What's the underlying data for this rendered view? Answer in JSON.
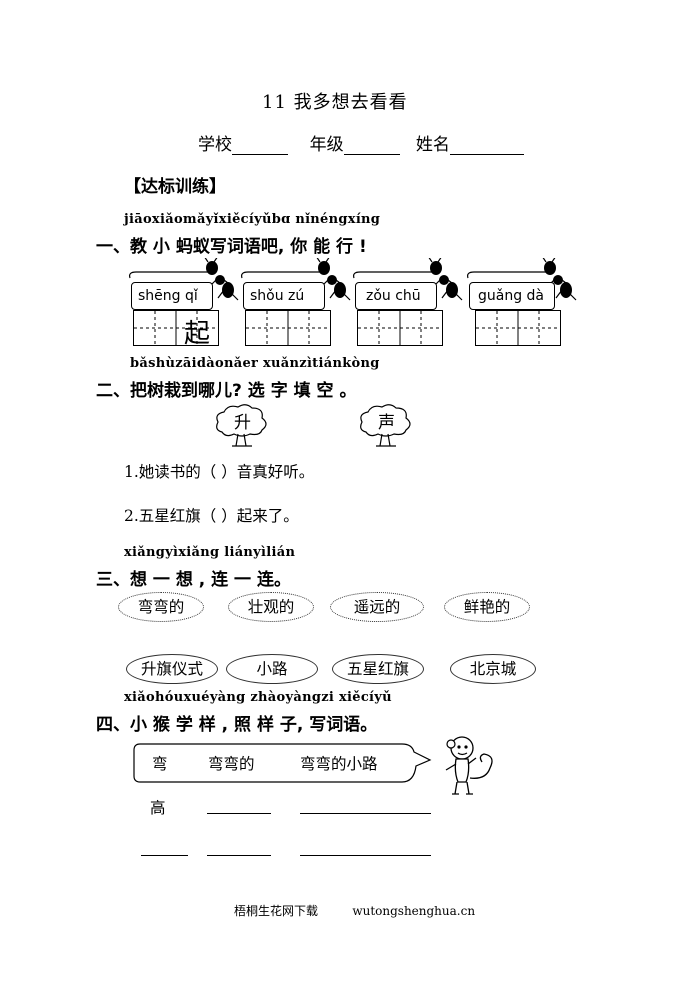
{
  "title": "11    我多想去看看",
  "info": {
    "school": "学校",
    "grade": "年级",
    "name": "姓名"
  },
  "section": "【达标训练】",
  "q1": {
    "pinyin": "jiāoxiǎomǎyǐxiěcíyǔbɑ  nǐnéngxíng",
    "heading": "一、教 小 蚂蚁写词语吧, 你 能  行 !",
    "words": [
      {
        "pinyin": "shēng  qǐ",
        "answer": "起"
      },
      {
        "pinyin": "shǒu  zú",
        "answer": ""
      },
      {
        "pinyin": "zǒu  chū",
        "answer": ""
      },
      {
        "pinyin": "guǎng  dà",
        "answer": ""
      }
    ]
  },
  "q2": {
    "pinyin": "bǎshùzāidàonǎer    xuǎnzìtiánkòng",
    "heading": "二、把树栽到哪儿? 选  字 填  空 。",
    "trees": [
      "升",
      "声"
    ],
    "sentences": [
      "1.她读书的（      ）音真好听。",
      "2.五星红旗（      ）起来了。"
    ]
  },
  "q3": {
    "pinyin": "xiǎngyìxiǎng  liányìlián",
    "heading": "三、想  一  想 , 连 一 连。",
    "top": [
      "弯弯的",
      "壮观的",
      "遥远的",
      "鲜艳的"
    ],
    "bottom": [
      "升旗仪式",
      "小路",
      "五星红旗",
      "北京城"
    ]
  },
  "q4": {
    "pinyin": "xiǎohóuxuéyàng  zhàoyàngzi  xiěcíyǔ",
    "heading": "四、小 猴 学  样 , 照  样 子, 写词语。",
    "example": [
      "弯",
      "弯弯的",
      "弯弯的小路"
    ],
    "row2_start": "高"
  },
  "footer": "梧桐生花网下载         wutongshenghua.cn"
}
